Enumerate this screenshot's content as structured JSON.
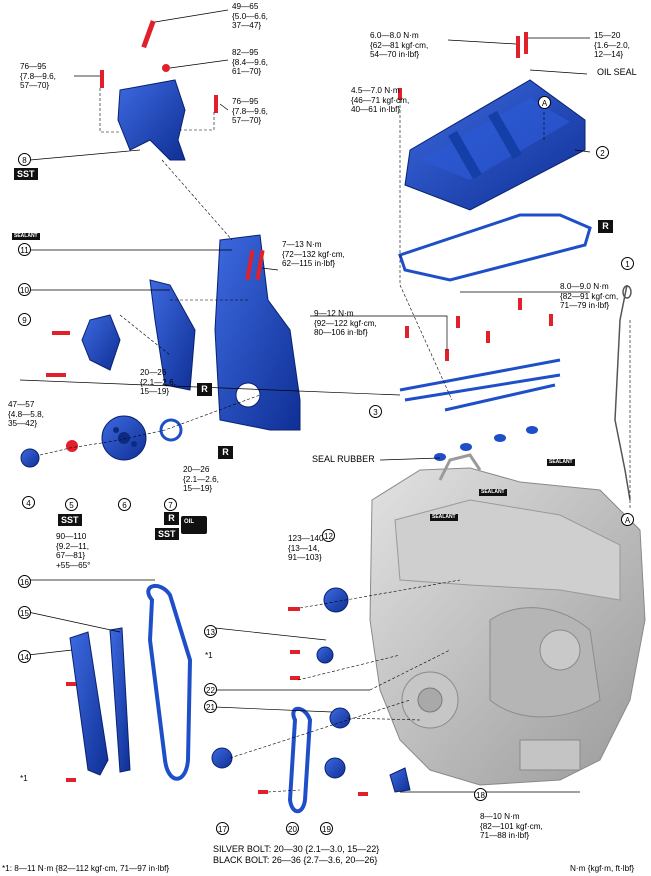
{
  "torque": {
    "t49_65": "49—65\n{5.0—6.6,\n37—47}",
    "t76_95_a": "76—95\n{7.8—9.6,\n57—70}",
    "t82_95": "82—95\n{8.4—9.6,\n61—70}",
    "t76_95_b": "76—95\n{7.8—9.6,\n57—70}",
    "t6_8": "6.0—8.0 N·m\n{62—81 kgf·cm,\n54—70 in·lbf}",
    "t15_20": "15—20\n{1.6—2.0,\n12—14}",
    "t45_70": "4.5—7.0 N·m\n{46—71 kgf·cm,\n40—61 in·lbf}",
    "t7_13": "7—13 N·m\n{72—132 kgf·cm,\n62—115 in·lbf}",
    "t8_9": "8.0—9.0 N·m\n{82—91 kgf·cm,\n71—79 in·lbf}",
    "t9_12": "9—12 N·m\n{92—122 kgf·cm,\n80—106 in·lbf}",
    "t20_26_a": "20—26\n{2.1—2.6,\n15—19}",
    "t20_26_b": "20—26\n{2.1—2.6,\n15—19}",
    "t47_57": "47—57\n{4.8—5.8,\n35—42}",
    "t90_110": "90—110\n{9.2—11,\n67—81}\n+55—65°",
    "t123_140": "123—140\n{13—14,\n91—103}",
    "t8_10": "8—10 N·m\n{82—101 kgf·cm,\n71—88 in·lbf}",
    "silver_bolt": "SILVER BOLT: 20—30 {2.1—3.0, 15—22}",
    "black_bolt": "BLACK BOLT: 26—36 {2.7—3.6, 20—26}",
    "footnote": "*1: 8—11 N·m {82—112 kgf·cm, 71—97 in·lbf}",
    "units": "N·m {kgf·m, ft·lbf}"
  },
  "labels": {
    "oil_seal": "OIL SEAL",
    "seal_rubber": "SEAL RUBBER",
    "star1_a": "*1",
    "star1_b": "*1"
  },
  "tags": {
    "sst": "SST",
    "r": "R",
    "sealant": "SEALANT",
    "oil": "OIL"
  },
  "callouts": [
    "1",
    "2",
    "3",
    "4",
    "5",
    "6",
    "7",
    "8",
    "9",
    "10",
    "11",
    "12",
    "13",
    "14",
    "15",
    "16",
    "17",
    "18",
    "19",
    "20",
    "21",
    "22",
    "A"
  ],
  "colors": {
    "part_blue": "#1f4fc8",
    "part_dark": "#0c2a80",
    "bolt_red": "#e0202a",
    "engine_gray": "#bdbdbd"
  }
}
